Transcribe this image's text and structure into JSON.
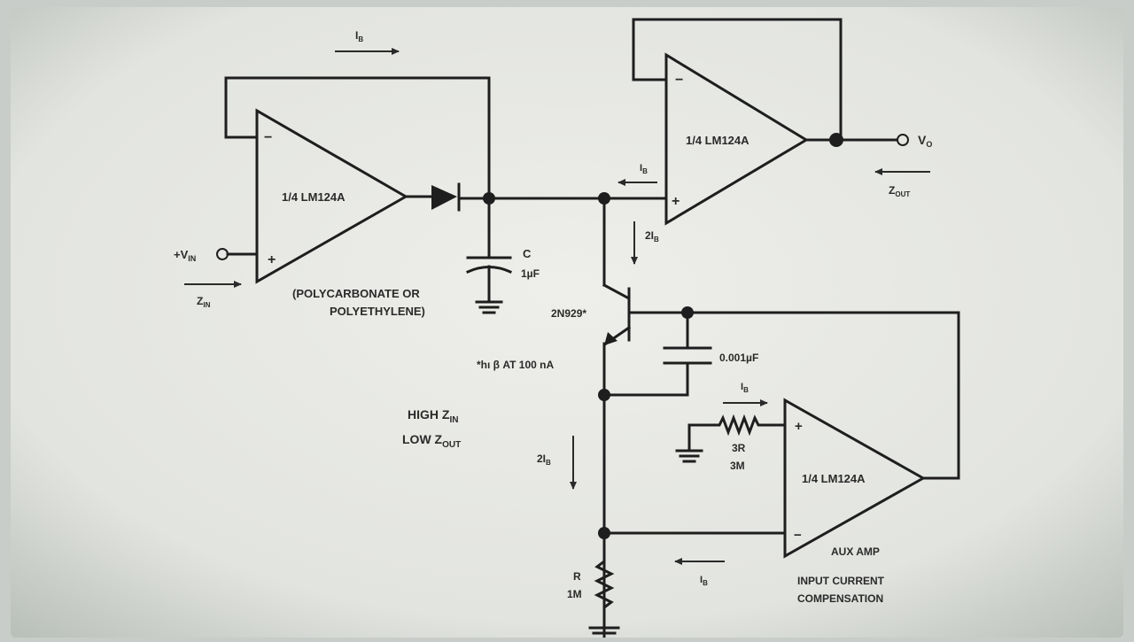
{
  "diagram": {
    "opamps": {
      "left": "1/4 LM124A",
      "top_right": "1/4 LM124A",
      "aux": "1/4 LM124A"
    },
    "signs": {
      "minus": "−",
      "plus": "+"
    },
    "labels": {
      "vin_plus": "+V",
      "vin_sub": "IN",
      "zin": "Z",
      "zin_sub": "IN",
      "vo": "V",
      "vo_sub": "O",
      "zout": "Z",
      "zout_sub": "OUT",
      "ib": "I",
      "ib_sub": "B",
      "two_ib": "2I",
      "two_ib_sub": "B",
      "cap_c_name": "C",
      "cap_c_value": "1µF",
      "polycarb_line1": "(POLYCARBONATE OR",
      "polycarb_line2": "POLYETHYLENE)",
      "transistor": "2N929*",
      "hfe_note": "*hı β AT 100 nA",
      "cap2_value": "0.001µF",
      "high_z": "HIGH Z",
      "high_z_sub": "IN",
      "low_z": "LOW Z",
      "low_z_sub": "OUT",
      "res_3r": "3R",
      "res_3m": "3M",
      "res_r": "R",
      "res_1m": "1M",
      "aux_amp": "AUX AMP",
      "input_current": "INPUT CURRENT",
      "compensation": "COMPENSATION"
    }
  }
}
